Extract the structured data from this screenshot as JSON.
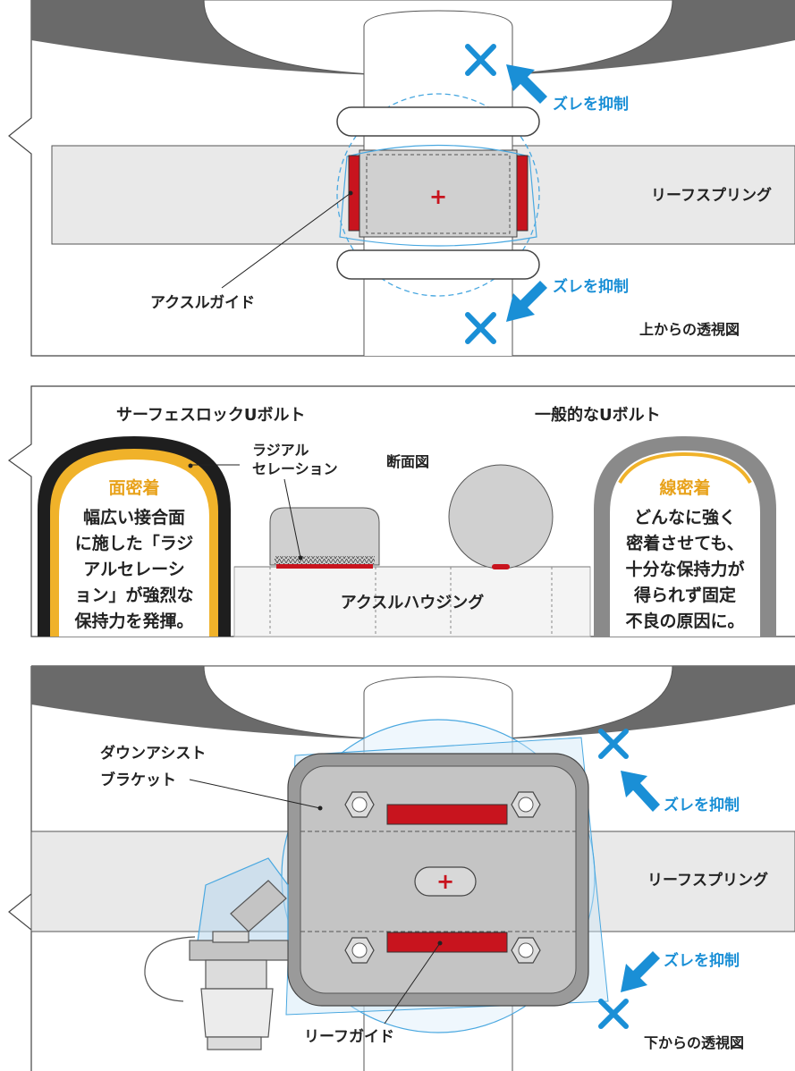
{
  "panel1": {
    "suppress_top": "ズレを抑制",
    "suppress_bottom": "ズレを抑制",
    "leaf_spring": "リーフスプリング",
    "axle_guide": "アクスルガイド",
    "view_label": "上からの透視図"
  },
  "panel2": {
    "surface_lock_title": "サーフェスロックUボルト",
    "general_title": "一般的なUボルト",
    "radial_line1": "ラジアル",
    "radial_line2": "セレーション",
    "section": "断面図",
    "face_contact": "面密着",
    "line_contact": "線密着",
    "left_text": [
      "幅広い接合面",
      "に施した「ラジ",
      "アルセレーシ",
      "ョン」が強烈な",
      "保持力を発揮。"
    ],
    "right_text": [
      "どんなに強く",
      "密着させても、",
      "十分な保持力が",
      "得られず固定",
      "不良の原因に。"
    ],
    "axle_housing": "アクスルハウジング"
  },
  "panel3": {
    "down_assist_line1": "ダウンアシスト",
    "down_assist_line2": "ブラケット",
    "suppress_top": "ズレを抑制",
    "suppress_bottom": "ズレを抑制",
    "leaf_spring": "リーフスプリング",
    "leaf_guide": "リーフガイド",
    "view_label": "下からの透視図"
  },
  "colors": {
    "accent_blue": "#1a8fd6",
    "guide_red": "#c8141e",
    "orange": "#e8a21a",
    "spring_gray": "#e9e9e9"
  }
}
